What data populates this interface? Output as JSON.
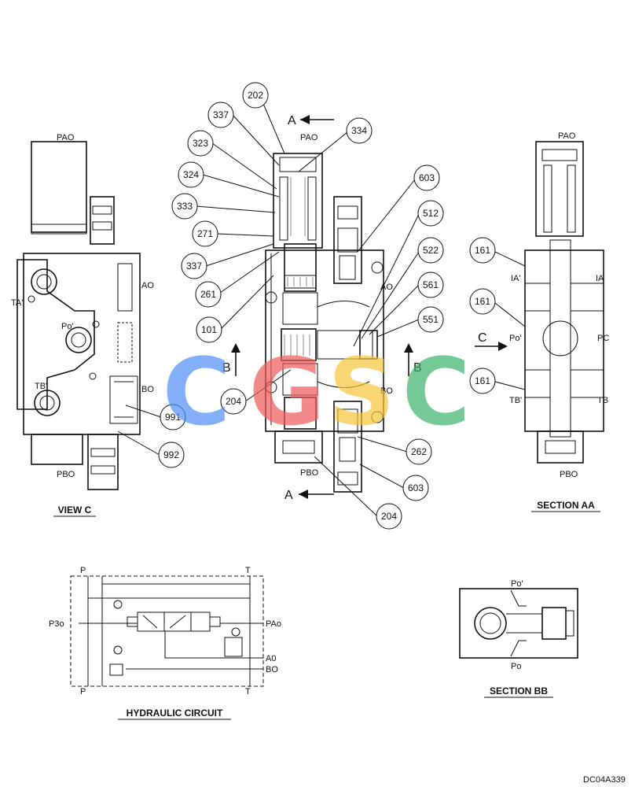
{
  "view_c": {
    "title": "VIEW C",
    "labels": {
      "pa": "PAO",
      "ta": "TA'",
      "po": "Po'",
      "tb": "TB'",
      "pb": "PBO",
      "ao": "AO",
      "bo": "BO"
    },
    "callouts": {
      "c991": "991",
      "c992": "992"
    }
  },
  "main_view": {
    "section_markers": {
      "a_top": "A",
      "a_bottom": "A",
      "b_left": "B",
      "b_right": "B"
    },
    "labels": {
      "pa": "PAO",
      "pb": "PBO",
      "ao": "AO",
      "bo": "BO"
    },
    "callouts": {
      "c202": "202",
      "c337a": "337",
      "c323": "323",
      "c324": "324",
      "c333": "333",
      "c271": "271",
      "c337b": "337",
      "c261": "261",
      "c101": "101",
      "c204a": "204",
      "c334": "334",
      "c603a": "603",
      "c512": "512",
      "c522": "522",
      "c561": "561",
      "c551": "551",
      "c262": "262",
      "c603b": "603",
      "c204b": "204"
    }
  },
  "section_aa": {
    "title": "SECTION AA",
    "labels": {
      "pa": "PAO",
      "ia_left": "IA'",
      "ia_right": "IA",
      "po": "Po'",
      "pc": "PC",
      "tb_left": "TB'",
      "tb_right": "TB",
      "pb": "PBO"
    },
    "marker_c": "C",
    "callouts": {
      "c161a": "161",
      "c161b": "161",
      "c161c": "161"
    }
  },
  "hydraulic": {
    "title": "HYDRAULIC CIRCUIT",
    "labels": {
      "p_top": "P",
      "t_top": "T",
      "pb": "P3o",
      "pa": "PAo",
      "a0": "A0",
      "b0": "BO",
      "p_bot": "P",
      "t_bot": "T"
    }
  },
  "section_bb": {
    "title": "SECTION BB",
    "labels": {
      "po_top": "Po'",
      "po_bottom": "Po"
    }
  },
  "footer": {
    "code": "DC04A339"
  },
  "watermark": {
    "letters": [
      "C",
      "G",
      "S",
      "C"
    ],
    "colors": [
      "#4f8ef7",
      "#ef5a5a",
      "#f7c43a",
      "#3ab36a"
    ]
  }
}
